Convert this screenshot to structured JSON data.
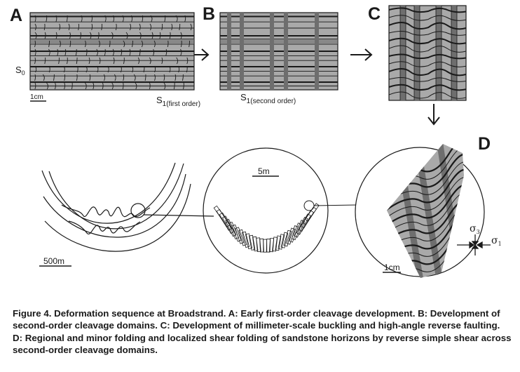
{
  "panels": {
    "a": {
      "letter": "A",
      "s0_label": "S",
      "s0_sub": "0",
      "scale": "1cm",
      "cleavage_label": "S",
      "cleavage_sub": "1(first order)"
    },
    "b": {
      "letter": "B",
      "cleavage_label": "S",
      "cleavage_sub": "1(second order)"
    },
    "c": {
      "letter": "C"
    },
    "d": {
      "letter": "D",
      "scale": "1cm",
      "sigma3": "σ",
      "sigma3_sub": "3",
      "sigma1": "σ",
      "sigma1_sub": "1"
    }
  },
  "regional": {
    "scale": "500m"
  },
  "zoom": {
    "scale": "5m"
  },
  "caption": "Figure 4. Deformation sequence at Broadstrand. A: Early first-order cleavage development. B: Development of second-order cleavage domains. C: Development of millimeter-scale buckling and high-angle reverse faulting. D: Regional and minor folding and localized shear folding of sandstone horizons by reverse simple shear across second-order cleavage domains.",
  "colors": {
    "rock_fill": "#a9a9a9",
    "dark_band": "#6e6e6e",
    "line": "#1a1a1a"
  }
}
